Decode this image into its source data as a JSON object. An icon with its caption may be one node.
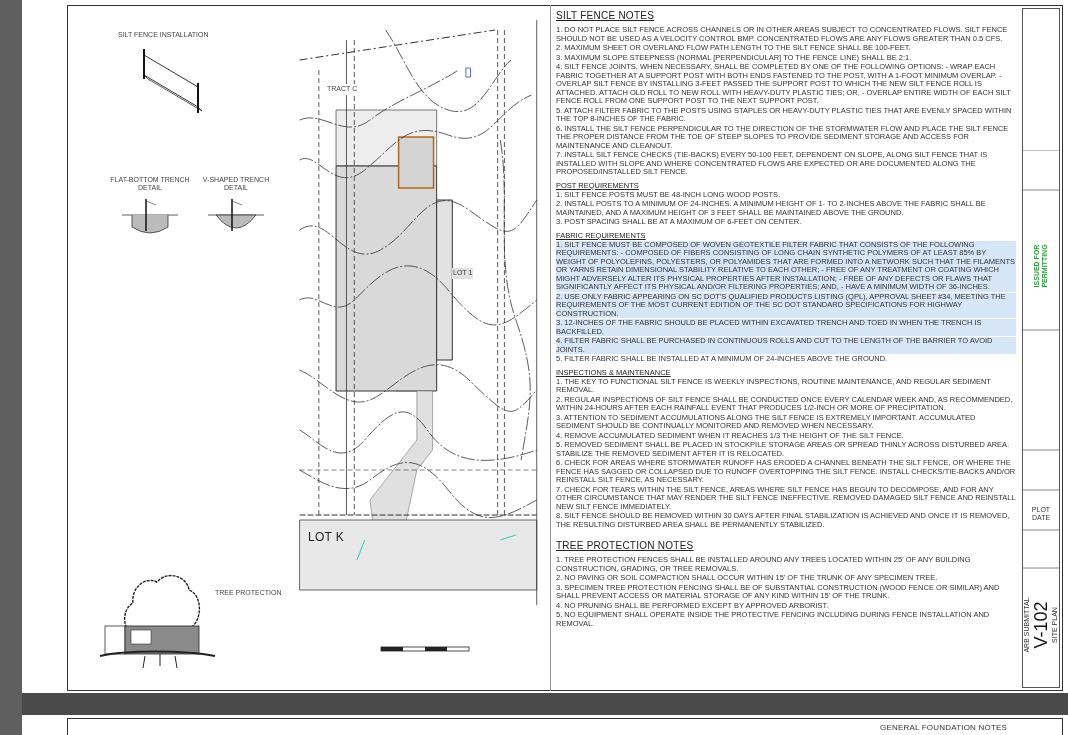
{
  "diagram": {
    "labels": [
      "SILT FENCE NOTES",
      "1. DO NOT PLACE SILT FENCE ACROSS CHANNELS OR IN OTHER AREAS SUBJECT TO CONCENTRATED FLOWS. SILT FENCE SHOULD NOT BE USED AS A VELOCITY CONTROL BMP. CONCENTRATED FLOWS ARE ANY FLOWS GREATER THAN 0.5 CFS.",
      "2. MAXIMUM SHEET OR OVERLAND FLOW PATH LENGTH TO THE SILT FENCE SHALL BE 100-FEET.",
      "3. MAXIMUM SLOPE STEEPNESS (NORMAL [PERPENDICULAR] TO THE FENCE LINE) SHALL BE 2:1.",
      "4. SILT FENCE JOINTS, WHEN NECESSARY, SHALL BE COMPLETED BY ONE OF THE FOLLOWING OPTIONS: - WRAP EACH FABRIC TOGETHER AT A SUPPORT POST WITH BOTH ENDS FASTENED TO THE POST, WITH A 1-FOOT MINIMUM OVERLAP. - OVERLAP SILT FENCE BY INSTALLING 3-FEET PASSED THE SUPPORT POST TO WHICH THE NEW SILT FENCE ROLL IS ATTACHED. ATTACH OLD ROLL TO NEW ROLL WITH HEAVY-DUTY PLASTIC TIES; OR, - OVERLAP ENTIRE WIDTH OF EACH SILT FENCE ROLL FROM ONE SUPPORT POST TO THE NEXT SUPPORT POST.",
      "5. ATTACH FILTER FABRIC TO THE POSTS USING STAPLES OR HEAVY-DUTY PLASTIC TIES THAT ARE EVENLY SPACED WITHIN THE TOP 8-INCHES OF THE FABRIC.",
      "6. INSTALL THE SILT FENCE PERPENDICULAR TO THE DIRECTION OF THE STORMWATER FLOW AND PLACE THE SILT FENCE THE PROPER DISTANCE FROM THE TOE OF STEEP SLOPES TO PROVIDE SEDIMENT STORAGE AND ACCESS FOR MAINTENANCE AND CLEANOUT.",
      "7. INSTALL SILT FENCE CHECKS (TIE-BACKS) EVERY 50-100 FEET, DEPENDENT ON SLOPE, ALONG SILT FENCE THAT IS INSTALLED WITH SLOPE AND WHERE CONCENTRATED FLOWS ARE EXPECTED OR ARE DOCUMENTED ALONG THE PROPOSED/INSTALLED SILT FENCE.",
      "POST REQUIREMENTS",
      "1. SILT FENCE POSTS MUST BE 48-INCH LONG WOOD POSTS.",
      "2. INSTALL POSTS TO A MINIMUM OF 24-INCHES. A MINIMUM HEIGHT OF 1- TO 2-INCHES ABOVE THE FABRIC SHALL BE MAINTAINED, AND A MAXIMUM HEIGHT OF 3 FEET SHALL BE MAINTAINED ABOVE THE GROUND.",
      "3. POST SPACING SHALL BE AT A MAXIMUM OF 6-FEET ON CENTER.",
      "FABRIC REQUIREMENTS",
      "1. SILT FENCE MUST BE COMPOSED OF WOVEN GEOTEXTILE FILTER FABRIC THAT CONSISTS OF THE FOLLOWING REQUIREMENTS: - COMPOSED OF FIBERS CONSISTING OF LONG CHAIN SYNTHETIC POLYMERS OF AT LEAST 85% BY WEIGHT OF POLYOLEFINS, POLYESTERS, OR POLYAMIDES THAT ARE FORMED INTO A NETWORK SUCH THAT THE FILAMENTS OR YARNS RETAIN DIMENSIONAL STABILITY RELATIVE TO EACH OTHER; - FREE OF ANY TREATMENT OR COATING WHICH MIGHT ADVERSELY ALTER ITS PHYSICAL PROPERTIES AFTER INSTALLATION; - FREE OF ANY DEFECTS OR FLAWS THAT SIGNIFICANTLY AFFECT ITS PHYSICAL AND/OR FILTERING PROPERTIES; AND, - HAVE A MINIMUM WIDTH OF 36-INCHES.",
      "2. USE ONLY FABRIC APPEARING ON SC DOT'S QUALIFIED PRODUCTS LISTING (QPL), APPROVAL SHEET #34, MEETING THE REQUIREMENTS OF THE MOST CURRENT EDITION OF THE SC DOT STANDARD SPECIFICATIONS FOR HIGHWAY CONSTRUCTION.",
      "3. 12-INCHES OF THE FABRIC SHOULD BE PLACED WITHIN EXCAVATED TRENCH AND TOED IN WHEN THE TRENCH IS BACKFILLED.",
      "4. FILTER FABRIC SHALL BE PURCHASED IN CONTINUOUS ROLLS AND CUT TO THE LENGTH OF THE BARRIER TO AVOID JOINTS.",
      "5. FILTER FABRIC SHALL BE INSTALLED AT A MINIMUM OF 24-INCHES ABOVE THE GROUND.",
      "INSPECTIONS & MAINTENANCE",
      "1. THE KEY TO FUNCTIONAL SILT FENCE IS WEEKLY INSPECTIONS, ROUTINE MAINTENANCE, AND REGULAR SEDIMENT REMOVAL.",
      "2. REGULAR INSPECTIONS OF SILT FENCE SHALL BE CONDUCTED ONCE EVERY CALENDAR WEEK AND, AS RECOMMENDED, WITHIN 24-HOURS AFTER EACH RAINFALL EVENT THAT PRODUCES 1/2-INCH OR MORE OF PRECIPITATION.",
      "3. ATTENTION TO SEDIMENT ACCUMULATIONS ALONG THE SILT FENCE IS EXTREMELY IMPORTANT. ACCUMULATED SEDIMENT SHOULD BE CONTINUALLY MONITORED AND REMOVED WHEN NECESSARY.",
      "4. REMOVE ACCUMULATED SEDIMENT WHEN IT REACHES 1/3 THE HEIGHT OF THE SILT FENCE.",
      "5. REMOVED SEDIMENT SHALL BE PLACED IN STOCKPILE STORAGE AREAS OR SPREAD THINLY ACROSS DISTURBED AREA. STABILIZE THE REMOVED SEDIMENT AFTER IT IS RELOCATED.",
      "6. CHECK FOR AREAS WHERE STORMWATER RUNOFF HAS ERODED A CHANNEL BENEATH THE SILT FENCE, OR WHERE THE FENCE HAS SAGGED OR COLLAPSED DUE TO RUNOFF OVERTOPPING THE SILT FENCE. INSTALL CHECKS/TIE-BACKS AND/OR REINSTALL SILT FENCE, AS NECESSARY.",
      "7. CHECK FOR TEARS WITHIN THE SILT FENCE, AREAS WHERE SILT FENCE HAS BEGUN TO DECOMPOSE, AND FOR ANY OTHER CIRCUMSTANCE THAT MAY RENDER THE SILT FENCE INEFFECTIVE. REMOVED DAMAGED SILT FENCE AND REINSTALL NEW SILT FENCE IMMEDIATELY.",
      "8. SILT FENCE SHOULD BE REMOVED WITHIN 30 DAYS AFTER FINAL STABILIZATION IS ACHIEVED AND ONCE IT IS REMOVED, THE RESULTING DISTURBED AREA SHALL BE PERMANENTLY STABILIZED.",
      "TREE PROTECTION NOTES",
      "1. TREE PROTECTION FENCES SHALL BE INSTALLED AROUND ANY TREES LOCATED WITHIN 25' OF ANY BUILDING CONSTRUCTION, GRADING, OR TREE REMOVALS.",
      "2. NO PAVING OR SOIL COMPACTION SHALL OCCUR WITHIN 15' OF THE TRUNK OF ANY SPECIMEN TREE.",
      "3. SPECIMEN TREE PROTECTION FENCING SHALL BE OF SUBSTANTIAL CONSTRUCTION (WOOD FENCE OR SIMILAR) AND SHALL PREVENT ACCESS OR MATERIAL STORAGE OF ANY KIND WITHIN 15' OF THE TRUNK.",
      "4. NO PRUNING SHALL BE PERFORMED EXCEPT BY APPROVED ARBORIST.",
      "5. NO EQUIPMENT SHALL OPERATE INSIDE THE PROTECTIVE FENCING INCLUDING DURING FENCE INSTALLATION AND REMOVAL.",
      "SILT FENCE INSTALLATION",
      "FLAT-BOTTOM TRENCH DETAIL",
      "V-SHAPED TRENCH DETAIL",
      "TRACT C",
      "LOT 1",
      "LOT K",
      "TREE PROTECTION",
      "ISSUED FOR PERMITTING",
      "ARB SUBMITTAL",
      "V-102",
      "SITE PLAN",
      "PLOT DATE",
      "GENERAL FOUNDATION NOTES"
    ]
  }
}
